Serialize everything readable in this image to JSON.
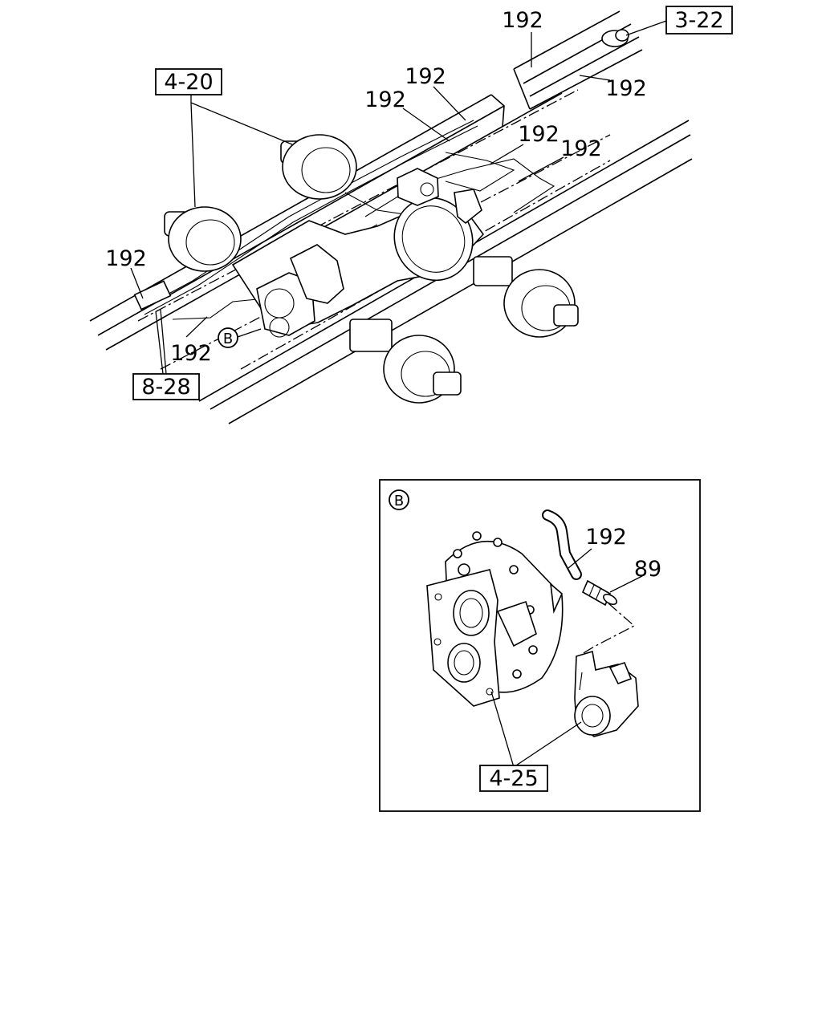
{
  "callouts": {
    "ref_3_22": "3-22",
    "ref_4_20": "4-20",
    "ref_8_28": "8-28",
    "ref_4_25": "4-25",
    "part_192": "192",
    "part_89": "89"
  },
  "detail_marker": "B",
  "inset_label": "B"
}
